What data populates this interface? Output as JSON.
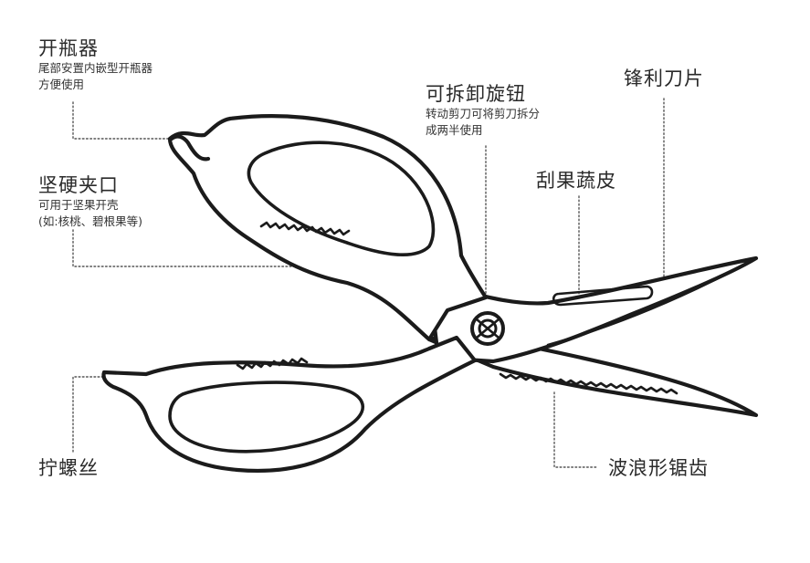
{
  "labels": {
    "opener": {
      "title": "开瓶器",
      "lines": [
        "尾部安置内嵌型开瓶器",
        "方便使用"
      ]
    },
    "nut_clamp": {
      "title": "坚硬夹口",
      "lines": [
        "可用于坚果开壳",
        "(如:核桃、碧根果等)"
      ]
    },
    "screw_twist": {
      "title": "拧螺丝"
    },
    "knob": {
      "title": "可拆卸旋钮",
      "lines": [
        "转动剪刀可将剪刀拆分",
        "成两半使用"
      ]
    },
    "blade": {
      "title": "锋利刀片"
    },
    "scraper": {
      "title": "刮果蔬皮"
    },
    "serrated": {
      "title": "波浪形锯齿"
    }
  }
}
